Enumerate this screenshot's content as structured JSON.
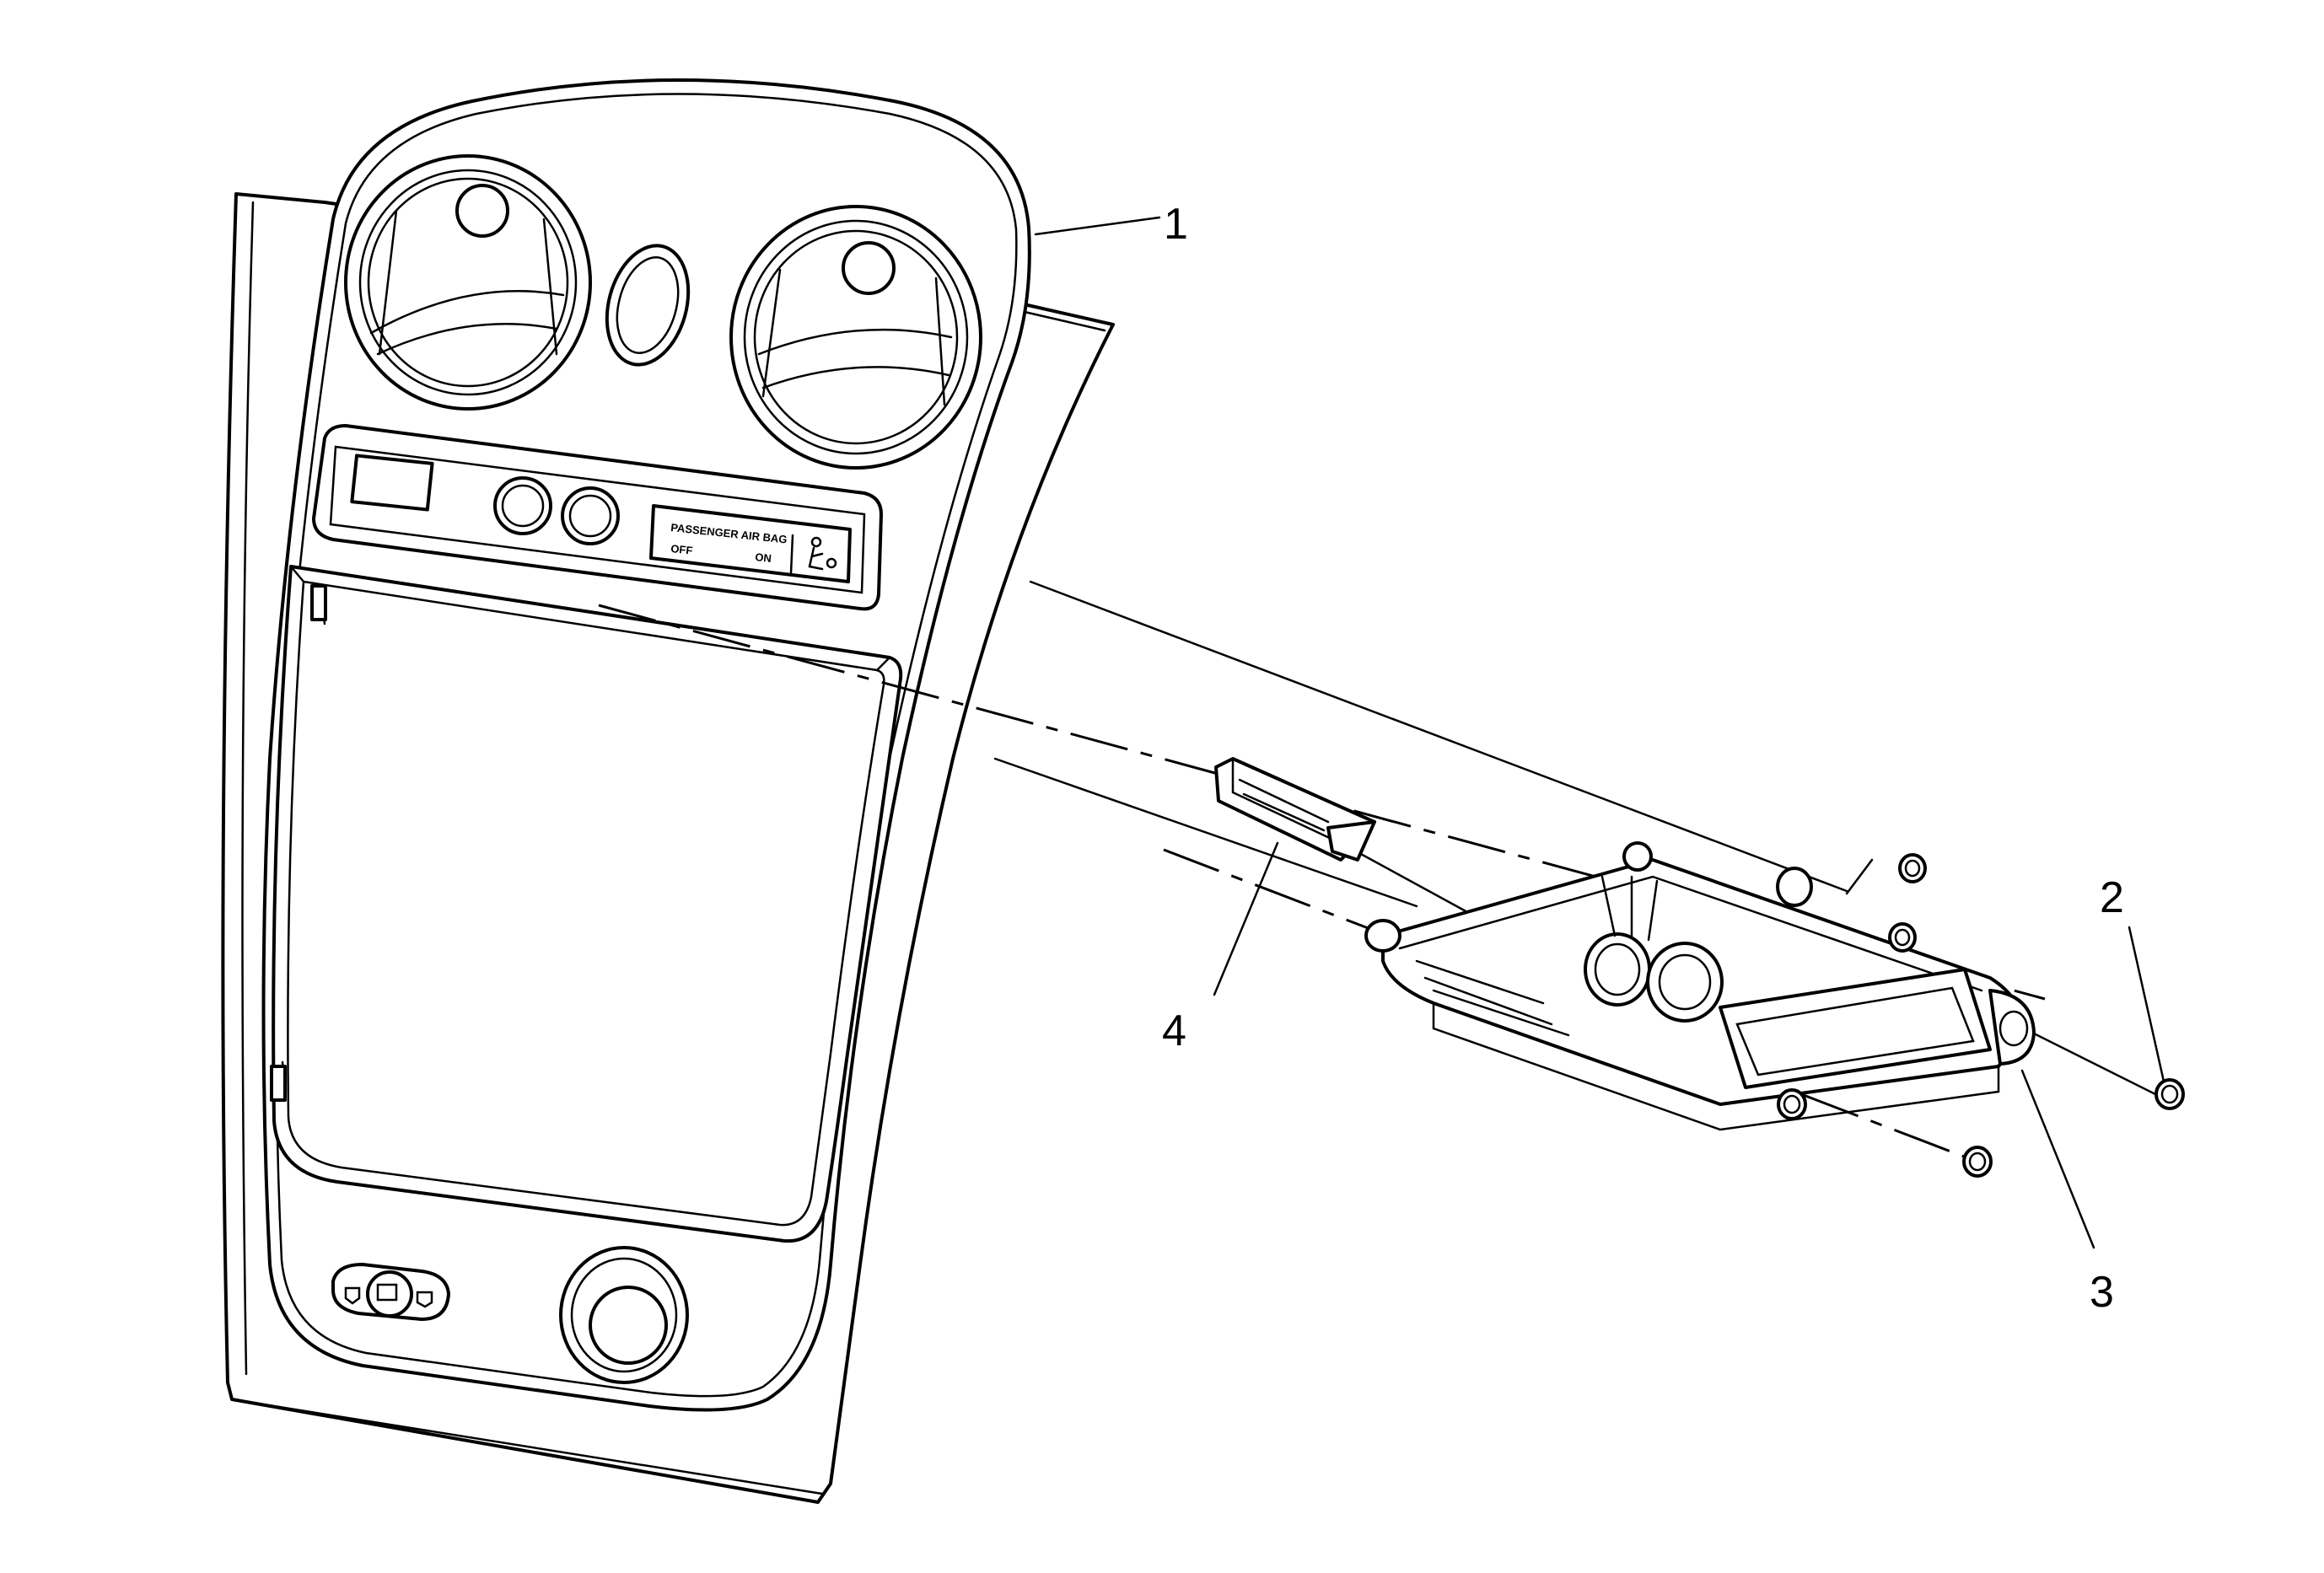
{
  "callouts": [
    {
      "id": "1",
      "label": "1"
    },
    {
      "id": "2",
      "label": "2"
    },
    {
      "id": "3",
      "label": "3"
    },
    {
      "id": "4",
      "label": "4"
    }
  ],
  "indicator": {
    "line1": "PASSENGER AIR BAG",
    "off": "OFF",
    "on": "ON"
  },
  "icons": [
    "airbag-occupant-icon",
    "hazard-switch-icon",
    "vent-knob-icon"
  ]
}
